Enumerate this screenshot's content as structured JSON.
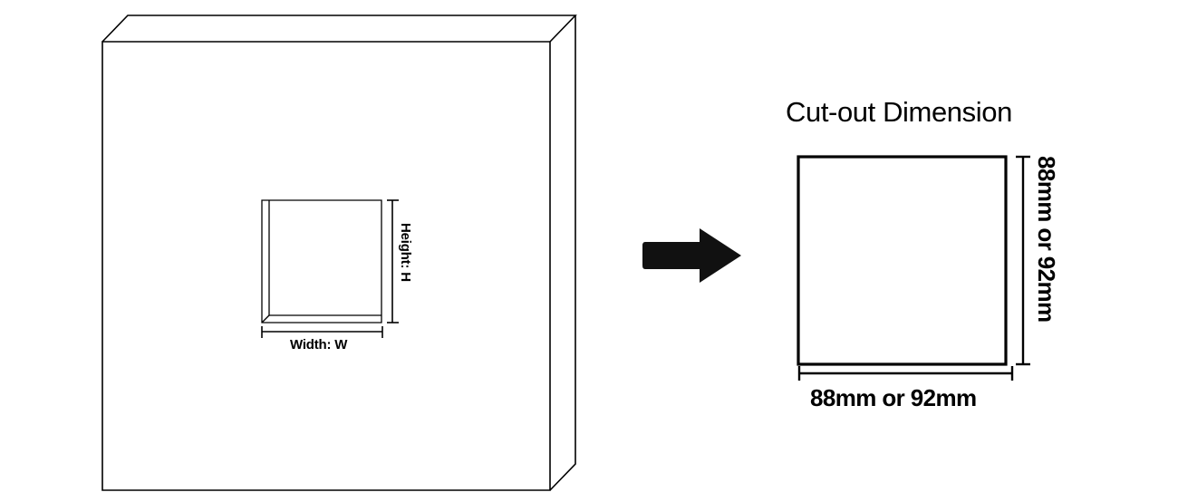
{
  "diagram": {
    "background_color": "#ffffff",
    "line_color": "#000000",
    "arrow_color": "#111111",
    "left_panel": {
      "name": "appliance-body-3d",
      "description": "3D box with recessed square cut-out on front face",
      "dimension_labels": {
        "height": "Height: H",
        "width": "Width: W"
      }
    },
    "flow_arrow": {
      "name": "right-arrow",
      "direction": "right"
    },
    "right_panel": {
      "title": "Cut-out Dimension",
      "vertical_dimension": "88mm or 92mm",
      "horizontal_dimension": "88mm or 92mm"
    }
  }
}
